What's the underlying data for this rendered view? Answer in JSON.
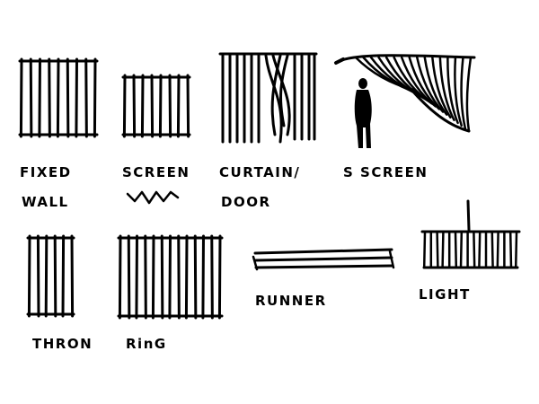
{
  "ink_color": "#000000",
  "background": "#ffffff",
  "elements": [
    {
      "id": "fixed-wall",
      "label_lines": [
        "FIXED",
        "WALL"
      ],
      "glyph": "vertical-slats-panel"
    },
    {
      "id": "screen",
      "label_lines": [
        "SCREEN"
      ],
      "glyph": "vertical-slats-panel",
      "underline": "zigzag"
    },
    {
      "id": "curtain-door",
      "label_lines": [
        "CURTAIN/",
        "DOOR"
      ],
      "glyph": "parted-curtain"
    },
    {
      "id": "s-screen",
      "label_lines": [
        "S SCREEN"
      ],
      "glyph": "draped-screen-with-figure"
    },
    {
      "id": "thron",
      "label_lines": [
        "THRON"
      ],
      "glyph": "vertical-slats-panel"
    },
    {
      "id": "ring",
      "label_lines": [
        "RinG"
      ],
      "glyph": "vertical-slats-panel"
    },
    {
      "id": "runner",
      "label_lines": [
        "RUNNER"
      ],
      "glyph": "horizontal-rails"
    },
    {
      "id": "light",
      "label_lines": [
        "LIGHT"
      ],
      "glyph": "hanging-slat-fixture"
    }
  ]
}
